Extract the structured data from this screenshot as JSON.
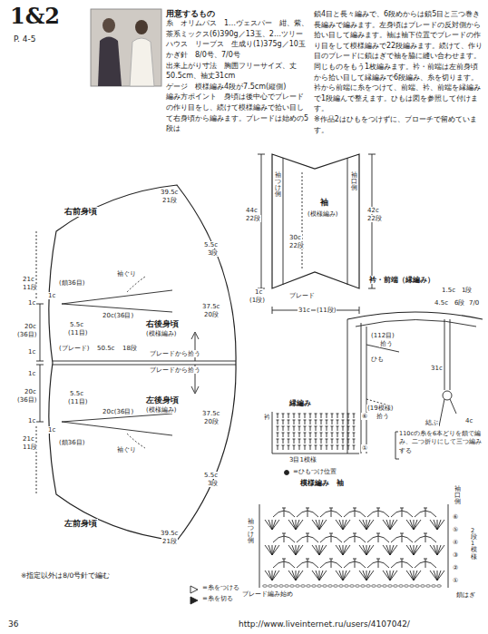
{
  "diagram": {
    "title": "1&2",
    "labels": [
      "P. 4-5",
      "用意するもの",
      "糸　オリムパス　1…ヴェスパー　紺、紫、茶系ミックス(6)390g／13玉、2…ツリーハウス　リーブス　生成り(1)375g／10玉",
      "かぎ針　8/0号、7/0号",
      "出来上がり寸法　胸囲フリーサイズ、丈50.5cm、袖丈31cm",
      "ゲージ　模様編み4段が7.5cm(縦側)",
      "編み方ポイント　身頃は後中心でブレードの作り目をし、続けて模様編みで拾い目して右身頃から編みます。ブレードは始めの5段は",
      "鎖4目と長々編みで、6段めからは鎖5目と三つ巻き長編みで編みます。左身頃はブレードの反対側から拾い目して編みます。袖は袖下位置でブレードの作り目をして模様編みで22段編みます。続けて、作り目のブレードに鎖はぎで袖を脇に縫い合わせます。同じものをもう1枚編みます。衿・前端は左前身頃から拾い目して縁編みで6段編み、糸を切ります。衿から前端に糸をつけて、前端、衿、前端を縁編みで1段編んで整えます。ひもは図を参照して付けます。",
      "※作品2はひもをつけずに、ブローチで留めています。",
      "右前身頃",
      "39.5c",
      "21段",
      "5.5c",
      "3段",
      "袖ぐり",
      "(鎖36目)",
      "1c",
      "20c(36目)",
      "21c",
      "11段",
      "1c",
      "20c",
      "(36目)",
      "1c",
      "5.5c",
      "(11目)",
      "右後身頃",
      "(模様編み)",
      "37.5c",
      "20段",
      "(ブレード)",
      "50.5c",
      "18段",
      "ブレードから拾う",
      "ブレードから拾う",
      "1c",
      "20c",
      "(36目)",
      "5.5c",
      "(11目)",
      "左後身頃",
      "(模様編み)",
      "37.5c",
      "20段",
      "1c",
      "21c",
      "11段",
      "20c(36目)",
      "1c",
      "(鎖36目)",
      "袖ぐり",
      "5.5c",
      "3段",
      "左前身頃",
      "39.5c",
      "21段",
      "※指定以外は8/0号針で編む",
      "36",
      "http://www.liveinternet.ru/users/4107042/",
      "袖つけ側",
      "袖口側",
      "44c",
      "22段",
      "袖",
      "(模様編み)",
      "30c",
      "22段",
      "42c",
      "22段",
      "1c",
      "(1段)",
      "ブレード",
      "31c",
      "(11段)",
      "衿・前端（縁編み）",
      "1.5c",
      "1段",
      "4.5c",
      "6段",
      "7/0",
      "(112目)",
      "拾う",
      "ひも",
      "31c",
      "(19模様)",
      "拾う",
      "結ぶ",
      "4c",
      "110cの糸を6本どりを鎖で編み、二つ折りにして三つ編みする",
      "縁編み",
      "衿",
      "⑥",
      "①",
      "3目1模様",
      "模様編み　袖",
      "袖口側",
      "袖つけ側",
      "2段1模様",
      "⑥",
      "⑤",
      "④",
      "③",
      "②",
      "①",
      "鎖はぎ",
      "ブレード編み始め"
    ],
    "legend": [
      {
        "text": "=糸をつける"
      },
      {
        "text": "=糸を切る"
      },
      {
        "text": "=ひもつけ位置"
      }
    ]
  }
}
